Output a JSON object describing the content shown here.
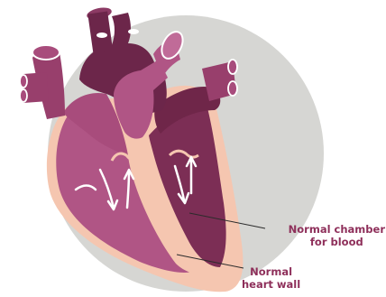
{
  "labels": {
    "chamber_line1": "Normal chamber",
    "chamber_line2": "for blood",
    "wall_line1": "Normal",
    "wall_line2": "heart wall"
  },
  "colors": {
    "background_circle": "#d6d6d3",
    "heart_wall": "#f5c6b0",
    "left_side_pink": "#b05585",
    "right_side_dark": "#7c2e55",
    "vessel_mid": "#983f6c",
    "vessel_dark": "#6c264a",
    "label_text": "#8e2f5a",
    "pointer_line": "#2b2b2b",
    "arrows": "#ffffff"
  }
}
